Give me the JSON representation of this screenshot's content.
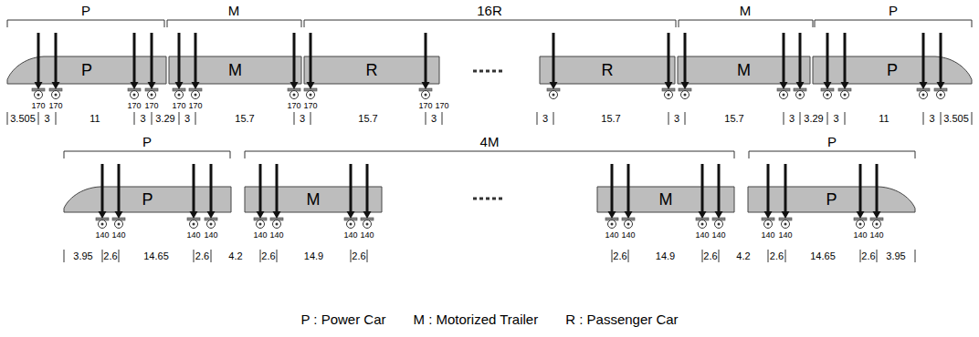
{
  "diagram": {
    "nodes": [
      {
        "text": [
          "P"
        ]
      },
      {
        "text": [
          "M"
        ]
      },
      {
        "text": [
          "R"
        ]
      },
      {
        "text": [
          "R"
        ]
      },
      {
        "text": [
          "M"
        ]
      },
      {
        "text": [
          "P"
        ]
      },
      {
        "text": [
          "P"
        ]
      },
      {
        "text": [
          "M"
        ]
      },
      {
        "text": [
          "M"
        ]
      },
      {
        "text": [
          "P"
        ]
      }
    ],
    "labels": [
      "P",
      "M",
      "16R",
      "M",
      "P",
      "170",
      "170",
      "170",
      "170",
      "170",
      "170",
      "170",
      "170",
      "170",
      "170",
      "3.505",
      "3",
      "11",
      "3",
      "3.29",
      "3",
      "15.7",
      "3",
      "15.7",
      "3",
      "3",
      "15.7",
      "3",
      "15.7",
      "3",
      "3.29",
      "3",
      "11",
      "3",
      "3.505",
      "P",
      "4M",
      "P",
      "140",
      "140",
      "140",
      "140",
      "140",
      "140",
      "140",
      "140",
      "140",
      "140",
      "140",
      "140",
      "140",
      "140",
      "140",
      "140",
      "3.95",
      "2.6",
      "14.65",
      "2.6",
      "4.2",
      "2.6",
      "14.9",
      "2.6",
      "2.6",
      "14.9",
      "2.6",
      "4.2",
      "2.6",
      "14.65",
      "2.6",
      "3.95",
      "P : Power Car",
      "M : Motorized Trailer",
      "R : Passenger Car"
    ]
  }
}
